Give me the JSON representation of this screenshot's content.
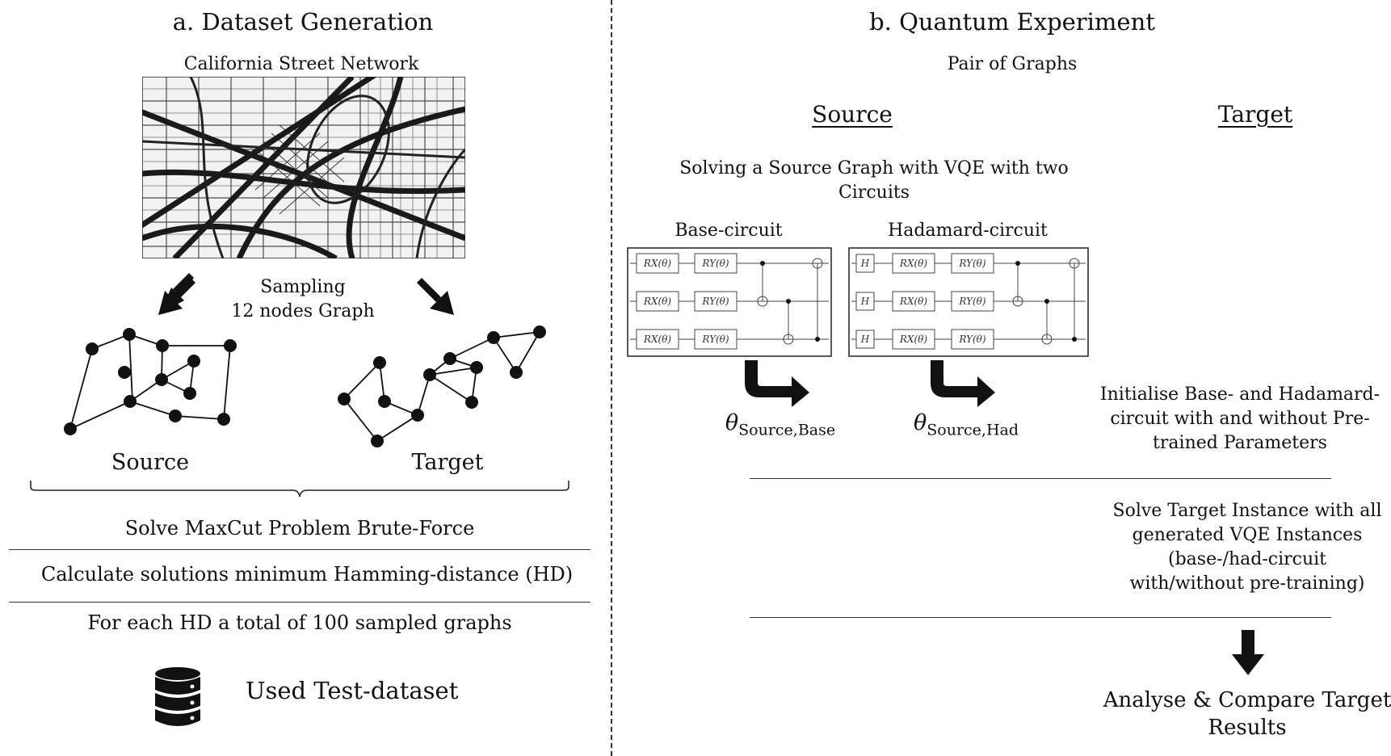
{
  "panel_a": {
    "title": "a. Dataset Generation",
    "map_title": "California Street Network",
    "sampling_line1": "Sampling",
    "sampling_line2": "12 nodes Graph",
    "source_label": "Source",
    "target_label": "Target",
    "step1": "Solve MaxCut Problem Brute-Force",
    "step2": "Calculate solutions minimum Hamming-distance (HD)",
    "step3": "For each HD a total of 100 sampled graphs",
    "dataset_label": "Used Test-dataset",
    "dataset_icon": "database-icon"
  },
  "panel_b": {
    "title": "b. Quantum Experiment",
    "pair_label": "Pair of Graphs",
    "source_header": "Source",
    "target_header": "Target",
    "vqe_line1": "Solving a Source Graph with VQE with two",
    "vqe_line2": "Circuits",
    "base_circuit_label": "Base-circuit",
    "had_circuit_label": "Hadamard-circuit",
    "theta_symbol": "θ",
    "theta_base_sub": "Source,Base",
    "theta_had_sub": "Source,Had",
    "gate_h": "H",
    "gate_rx": "RX(θ)",
    "gate_ry": "RY(θ)",
    "init_line1": "Initialise Base- and Hadamard-",
    "init_line2": "circuit with and without Pre-",
    "init_line3": "trained Parameters",
    "solve_line1": "Solve Target Instance with all",
    "solve_line2": "generated VQE Instances",
    "solve_line3": "(base-/had-circuit",
    "solve_line4": "with/without pre-training)",
    "analyse_line1": "Analyse & Compare Target",
    "analyse_line2": "Results"
  }
}
